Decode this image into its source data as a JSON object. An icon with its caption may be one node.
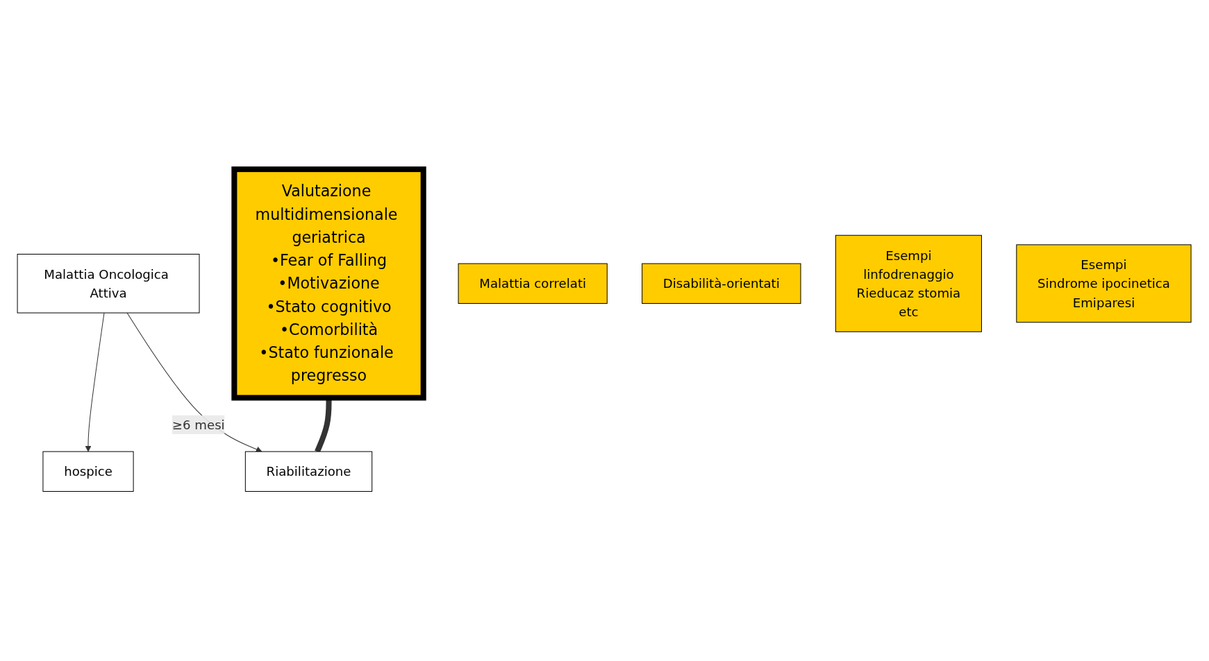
{
  "diagram": {
    "nodes": [
      {
        "text": [
          "Malattia Oncologica Attiva"
        ]
      },
      {
        "text": [
          "Valutazione multidimensionale geriatrica",
          "•Fear of Falling",
          "•Motivazione",
          "•Stato cognitivo",
          "•Comorbilità",
          "•Stato funzionale pregresso"
        ]
      },
      {
        "text": [
          "hospice"
        ]
      },
      {
        "text": [
          "Riabilitazione"
        ]
      },
      {
        "text": [
          "Malattia correlati"
        ]
      },
      {
        "text": [
          "Disabilità-orientati"
        ]
      },
      {
        "text": [
          "Esempi",
          "linfodrenaggio",
          "Rieducaz stomia",
          "etc"
        ]
      },
      {
        "text": [
          "Esempi",
          "Sindrome ipocinetica",
          "Emiparesi"
        ]
      }
    ],
    "edges": [
      {
        "from": 0,
        "to": 2,
        "arrow": "to"
      },
      {
        "from": 0,
        "to": 3,
        "arrow": "to",
        "label": "≥6 mesi"
      },
      {
        "from": 1,
        "to": 3,
        "arrow": "none",
        "style": "thick"
      }
    ]
  }
}
